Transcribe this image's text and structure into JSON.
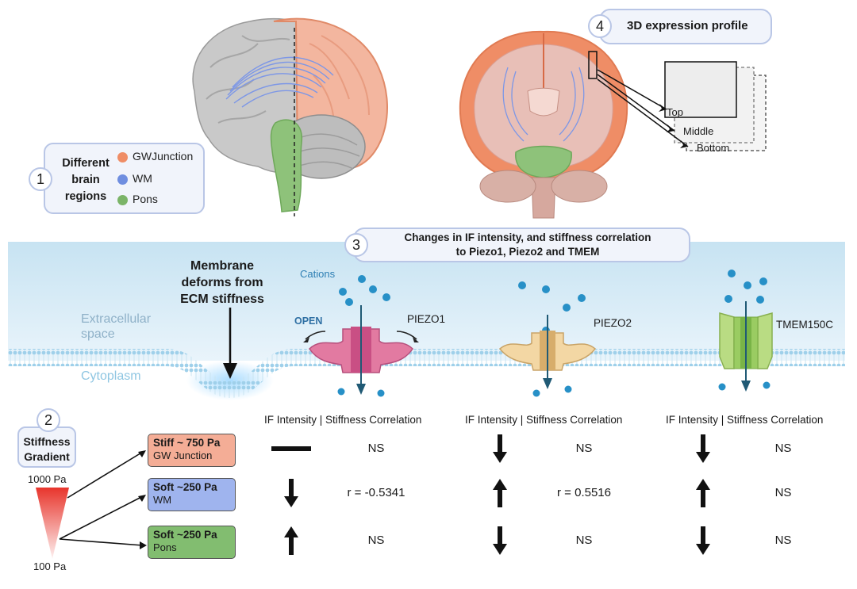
{
  "panel1": {
    "number": "1",
    "title_lines": [
      "Different",
      "brain",
      "regions"
    ],
    "legend": [
      {
        "label": "GWJunction",
        "color": "#ef8d66"
      },
      {
        "label": "WM",
        "color": "#6f8ee0"
      },
      {
        "label": "Pons",
        "color": "#7bb468"
      }
    ]
  },
  "panel4": {
    "number": "4",
    "title": "3D expression profile",
    "slices": [
      "Top",
      "Middle",
      "Bottom"
    ]
  },
  "panel3": {
    "number": "3",
    "title_line1": "Changes in IF intensity, and stiffness correlation",
    "title_line2": "to Piezo1, Piezo2 and TMEM"
  },
  "membrane": {
    "deform_line1": "Membrane",
    "deform_line2": "deforms from",
    "deform_line3": "ECM stiffness",
    "extracellular_line1": "Extracellular",
    "extracellular_line2": "space",
    "cytoplasm": "Cytoplasm",
    "cations": "Cations",
    "open": "OPEN"
  },
  "channels": [
    "PIEZO1",
    "PIEZO2",
    "TMEM150C"
  ],
  "panel2": {
    "number": "2",
    "title_line1": "Stiffness",
    "title_line2": "Gradient",
    "top_value": "1000 Pa",
    "bottom_value": "100 Pa"
  },
  "regions": [
    {
      "title": "Stiff ~ 750 Pa",
      "sub": "GW Junction",
      "color": "#f4ad96"
    },
    {
      "title": "Soft ~250 Pa",
      "sub": "WM",
      "color": "#9fb4ee"
    },
    {
      "title": "Soft ~250 Pa",
      "sub": "Pons",
      "color": "#82bd70"
    }
  ],
  "column_header": "IF Intensity | Stiffness Correlation",
  "results": [
    [
      {
        "trend": "none",
        "corr": "NS"
      },
      {
        "trend": "down",
        "corr": "NS"
      },
      {
        "trend": "down",
        "corr": "NS"
      }
    ],
    [
      {
        "trend": "down",
        "corr": "r = -0.5341"
      },
      {
        "trend": "up",
        "corr": "r = 0.5516"
      },
      {
        "trend": "up",
        "corr": "NS"
      }
    ],
    [
      {
        "trend": "up",
        "corr": "NS"
      },
      {
        "trend": "down",
        "corr": "NS"
      },
      {
        "trend": "down",
        "corr": "NS"
      }
    ]
  ]
}
